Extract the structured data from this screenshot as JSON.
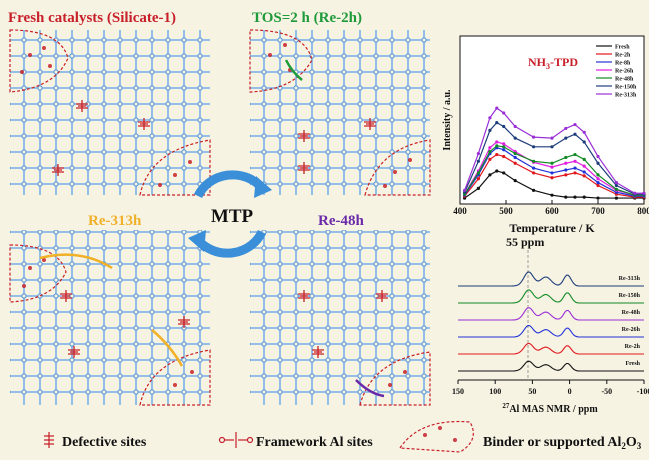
{
  "panels": {
    "fresh_title": "Fresh catalysts (Silicate-1)",
    "re2h_title": "TOS=2 h (Re-2h)",
    "re313h_title": "Re-313h",
    "re48h_title": "Re-48h",
    "center_label": "MTP"
  },
  "nh3_chart": {
    "title_main": "NH",
    "title_sub": "3",
    "title_tail": "-TPD",
    "ylabel": "Intensity / a.u.",
    "xlabel": "Temperature / K",
    "xticks": [
      "400",
      "500",
      "600",
      "700",
      "800"
    ],
    "legend": [
      {
        "name": "Fresh",
        "color": "#111111"
      },
      {
        "name": "Re-2h",
        "color": "#e0181e"
      },
      {
        "name": "Re-8h",
        "color": "#2233d6"
      },
      {
        "name": "Re-26h",
        "color": "#e01ee0"
      },
      {
        "name": "Re-48h",
        "color": "#128a24"
      },
      {
        "name": "Re-150h",
        "color": "#1d3d7a"
      },
      {
        "name": "Re-313h",
        "color": "#9b2fd6"
      }
    ]
  },
  "chart_data": {
    "type": "line",
    "title": "NH3-TPD",
    "xlabel": "Temperature / K",
    "ylabel": "Intensity / a.u.",
    "xlim": [
      400,
      800
    ],
    "x": [
      410,
      440,
      465,
      480,
      495,
      520,
      560,
      600,
      630,
      650,
      670,
      700,
      740,
      780,
      800
    ],
    "series": [
      {
        "name": "Fresh",
        "values": [
          0.02,
          0.12,
          0.26,
          0.3,
          0.28,
          0.2,
          0.1,
          0.05,
          0.03,
          0.03,
          0.03,
          0.02,
          0.02,
          0.02,
          0.02
        ]
      },
      {
        "name": "Re-2h",
        "values": [
          0.04,
          0.22,
          0.42,
          0.47,
          0.45,
          0.38,
          0.28,
          0.23,
          0.26,
          0.28,
          0.25,
          0.15,
          0.06,
          0.03,
          0.03
        ]
      },
      {
        "name": "Re-8h",
        "values": [
          0.05,
          0.26,
          0.48,
          0.54,
          0.52,
          0.44,
          0.33,
          0.28,
          0.31,
          0.33,
          0.29,
          0.18,
          0.08,
          0.04,
          0.04
        ]
      },
      {
        "name": "Re-26h",
        "values": [
          0.06,
          0.3,
          0.54,
          0.6,
          0.58,
          0.5,
          0.39,
          0.34,
          0.38,
          0.4,
          0.35,
          0.22,
          0.1,
          0.05,
          0.05
        ]
      },
      {
        "name": "Re-48h",
        "values": [
          0.06,
          0.28,
          0.5,
          0.56,
          0.55,
          0.48,
          0.4,
          0.38,
          0.44,
          0.47,
          0.42,
          0.26,
          0.11,
          0.05,
          0.05
        ]
      },
      {
        "name": "Re-150h",
        "values": [
          0.08,
          0.4,
          0.72,
          0.8,
          0.76,
          0.64,
          0.55,
          0.55,
          0.64,
          0.68,
          0.6,
          0.38,
          0.15,
          0.06,
          0.06
        ]
      },
      {
        "name": "Re-313h",
        "values": [
          0.1,
          0.48,
          0.85,
          0.95,
          0.9,
          0.76,
          0.65,
          0.64,
          0.74,
          0.78,
          0.7,
          0.45,
          0.18,
          0.07,
          0.07
        ]
      }
    ]
  },
  "nmr_chart": {
    "peak_label": "55 ppm",
    "xlabel_sup": "27",
    "xlabel_text": "Al MAS NMR / ppm",
    "xticks": [
      "150",
      "100",
      "50",
      "0",
      "-50",
      "-100"
    ],
    "labels": [
      "Re-313h",
      "Re-150h",
      "Re-48h",
      "Re-26h",
      "Re-2h",
      "Fresh"
    ],
    "colors": [
      "#1d3d7a",
      "#128a24",
      "#9b2fd6",
      "#2233d6",
      "#e0181e",
      "#111111"
    ]
  },
  "legend_bar": {
    "defective": "Defective sites",
    "framework": "Framework Al sites",
    "binder_main": "Binder or supported Al",
    "binder_sub1": "2",
    "binder_mid": "O",
    "binder_sub2": "3"
  }
}
